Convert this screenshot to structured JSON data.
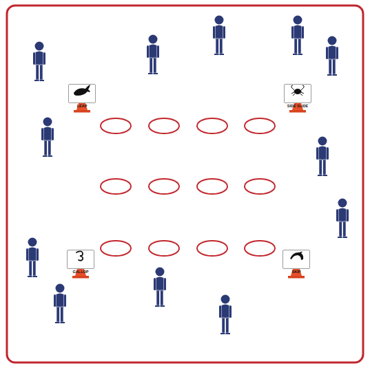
{
  "diagram": {
    "nodes": [
      {
        "text": [
          "LEAP"
        ]
      },
      {
        "text": [
          "SIDE SLIDE"
        ]
      },
      {
        "text": [
          "GALLOP"
        ]
      },
      {
        "text": [
          "SKIP"
        ]
      }
    ]
  }
}
